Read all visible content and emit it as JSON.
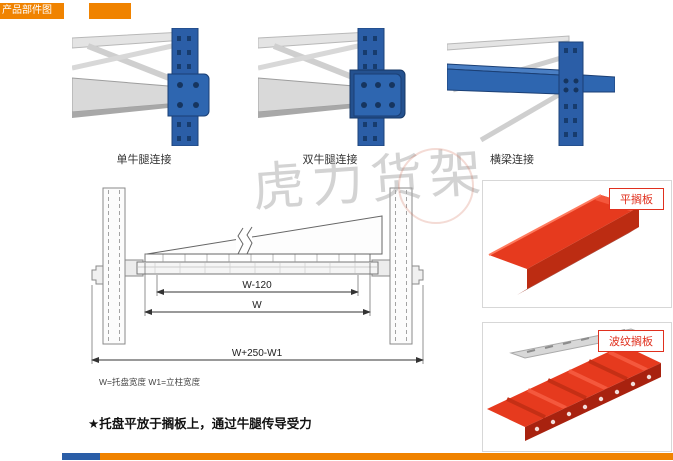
{
  "page": {
    "header_label": "产品部件图",
    "watermark": "虎力货架",
    "note": "★托盘平放于搁板上，通过牛腿传导受力"
  },
  "connections": [
    {
      "label": "单牛腿连接"
    },
    {
      "label": "双牛腿连接"
    },
    {
      "label": "横梁连接"
    }
  ],
  "diagram": {
    "dims": {
      "inner": "W-120",
      "middle": "W",
      "outer": "W+250-W1"
    },
    "legend": "W=托盘宽度    W1=立柱宽度"
  },
  "products": [
    {
      "label": "平搁板"
    },
    {
      "label": "波纹搁板"
    }
  ],
  "colors": {
    "accent_orange": "#f08300",
    "rack_blue": "#2b5ea7",
    "beam_gray": "#d9d9d9",
    "product_red": "#e63a1e",
    "label_red": "#e0301e"
  }
}
